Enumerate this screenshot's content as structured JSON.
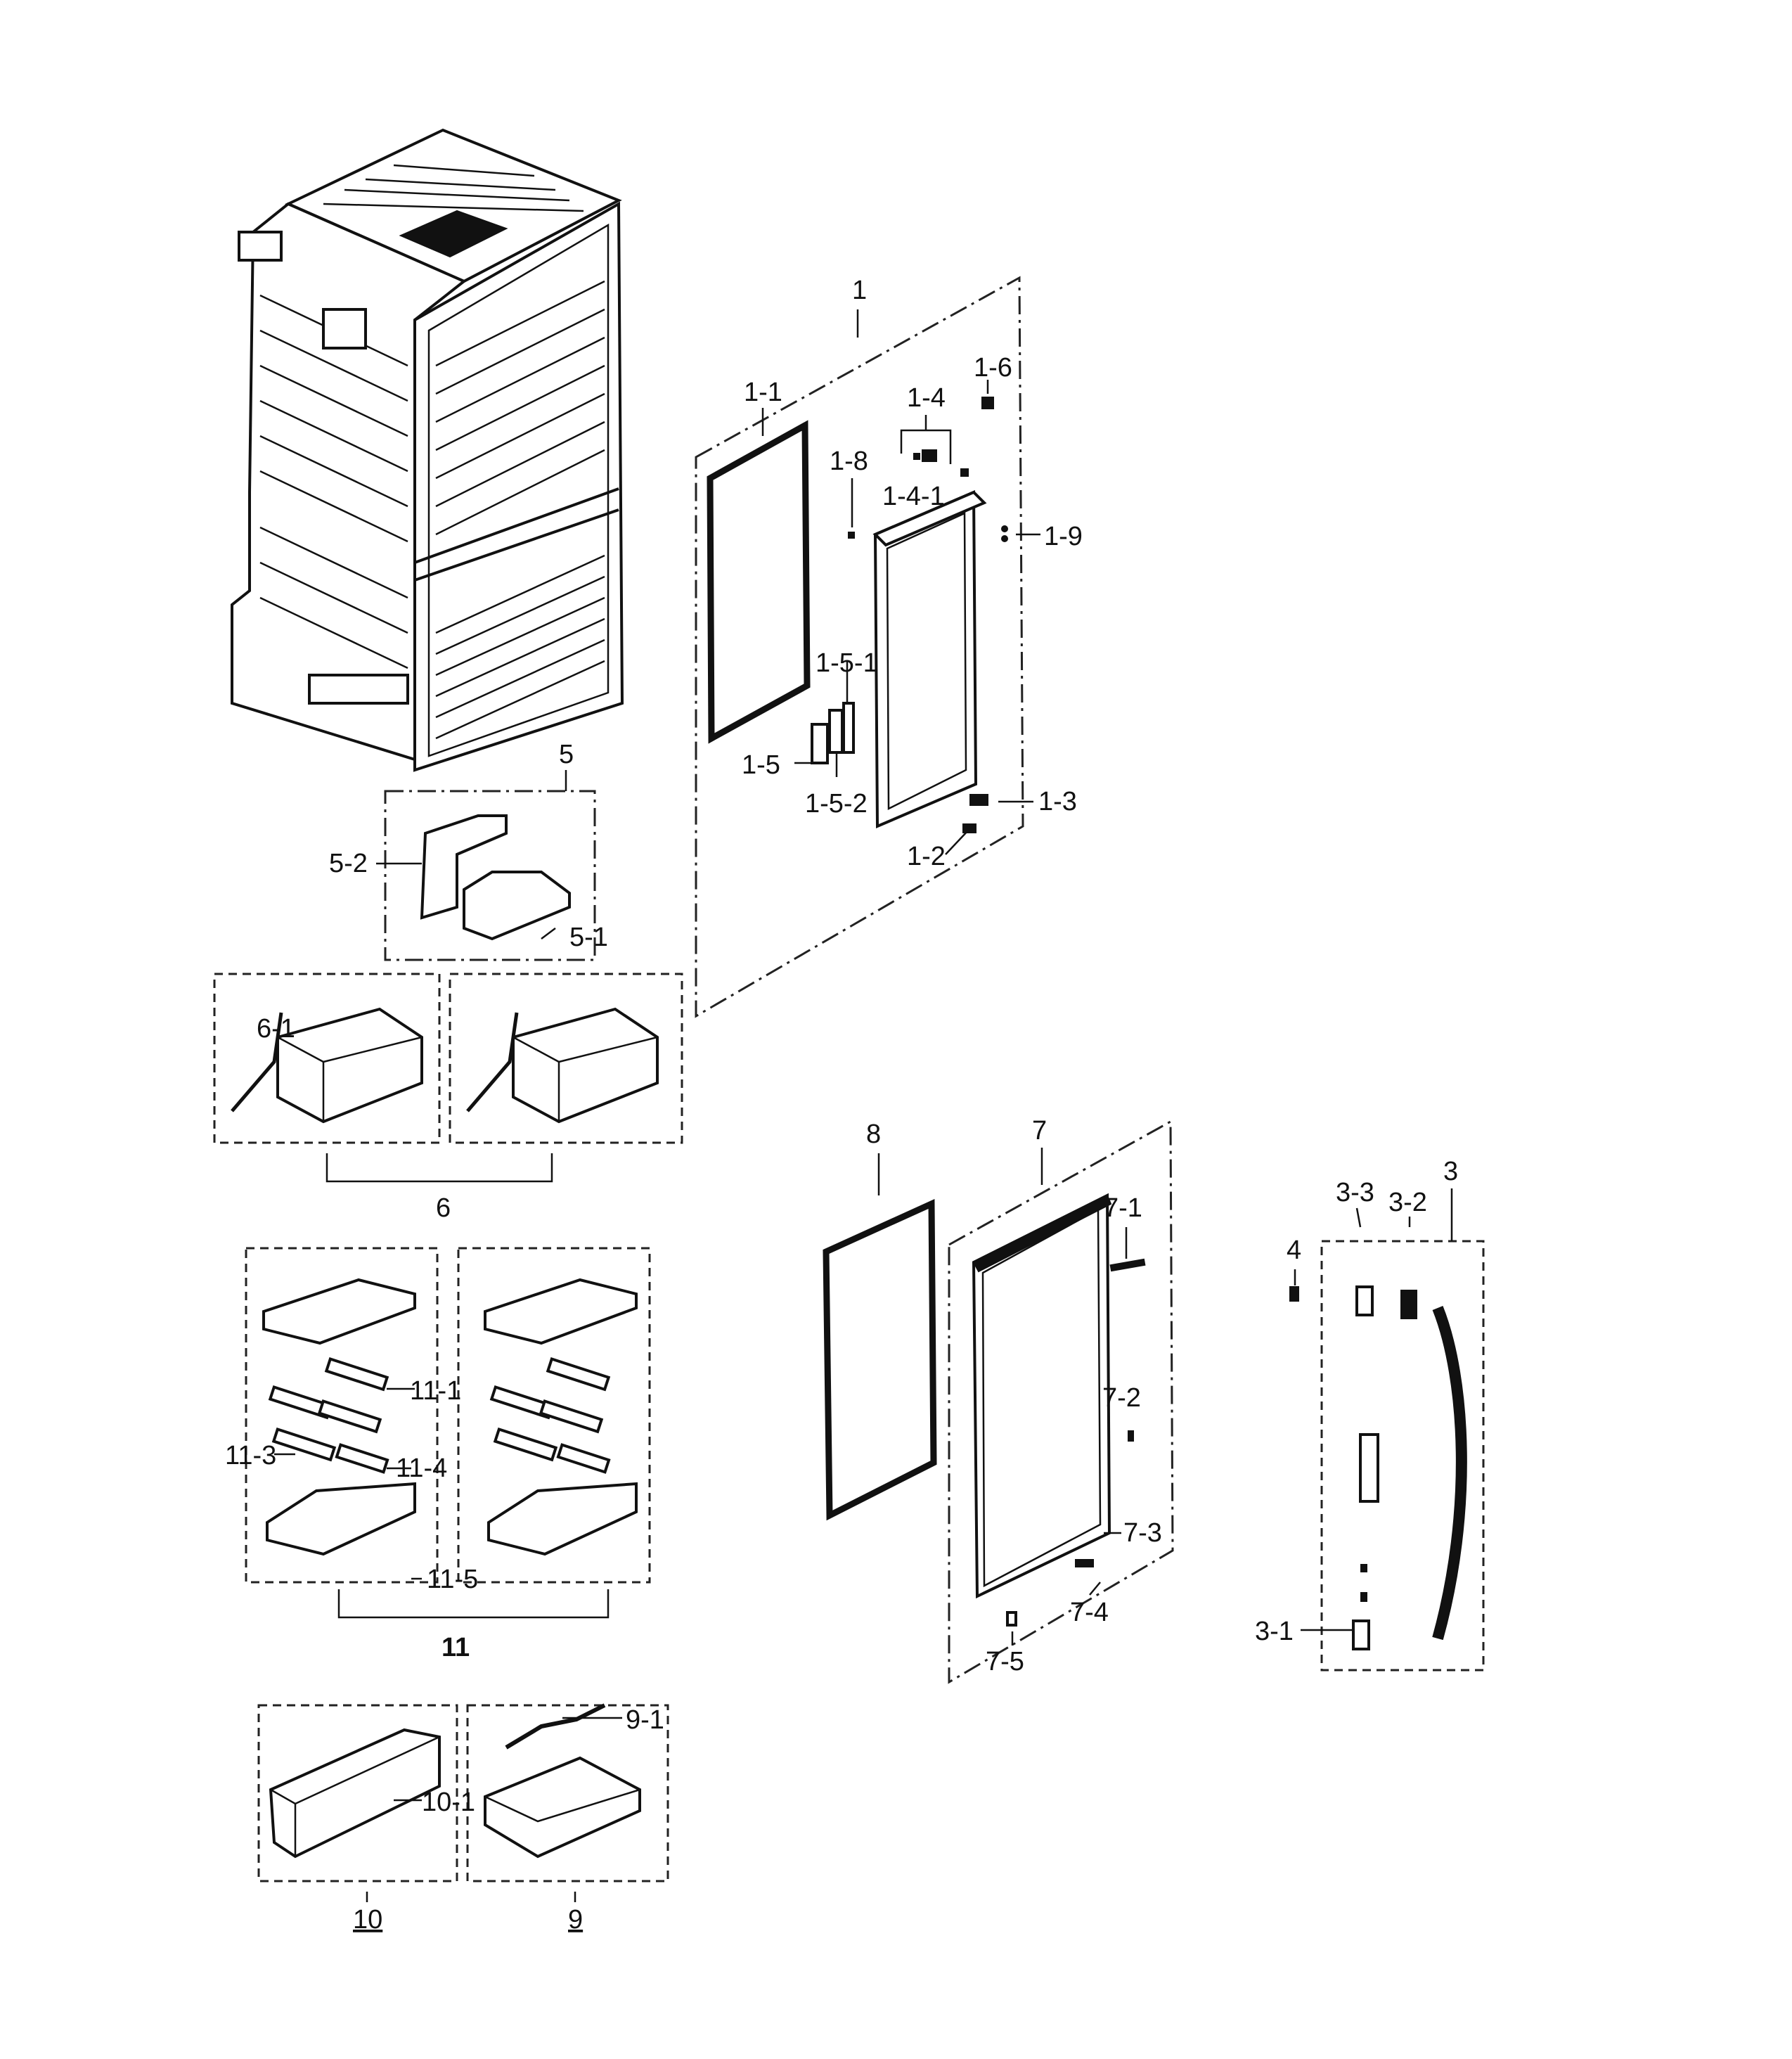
{
  "labels": {
    "l1": "1",
    "l1_1": "1-1",
    "l1_2": "1-2",
    "l1_3": "1-3",
    "l1_4": "1-4",
    "l1_4_1": "1-4-1",
    "l1_5": "1-5",
    "l1_5_1": "1-5-1",
    "l1_5_2": "1-5-2",
    "l1_6": "1-6",
    "l1_8": "1-8",
    "l1_9": "1-9",
    "l3": "3",
    "l3_1": "3-1",
    "l3_2": "3-2",
    "l3_3": "3-3",
    "l4": "4",
    "l5": "5",
    "l5_1": "5-1",
    "l5_2": "5-2",
    "l6": "6",
    "l6_1": "6-1",
    "l7": "7",
    "l7_1": "7-1",
    "l7_2": "7-2",
    "l7_3": "7-3",
    "l7_4": "7-4",
    "l7_5": "7-5",
    "l8": "8",
    "l9": "9",
    "l9_1": "9-1",
    "l10": "10",
    "l10_1": "10-1",
    "l11": "11",
    "l11_1": "11-1",
    "l11_3": "11-3",
    "l11_4": "11-4",
    "l11_5": "11-5"
  }
}
